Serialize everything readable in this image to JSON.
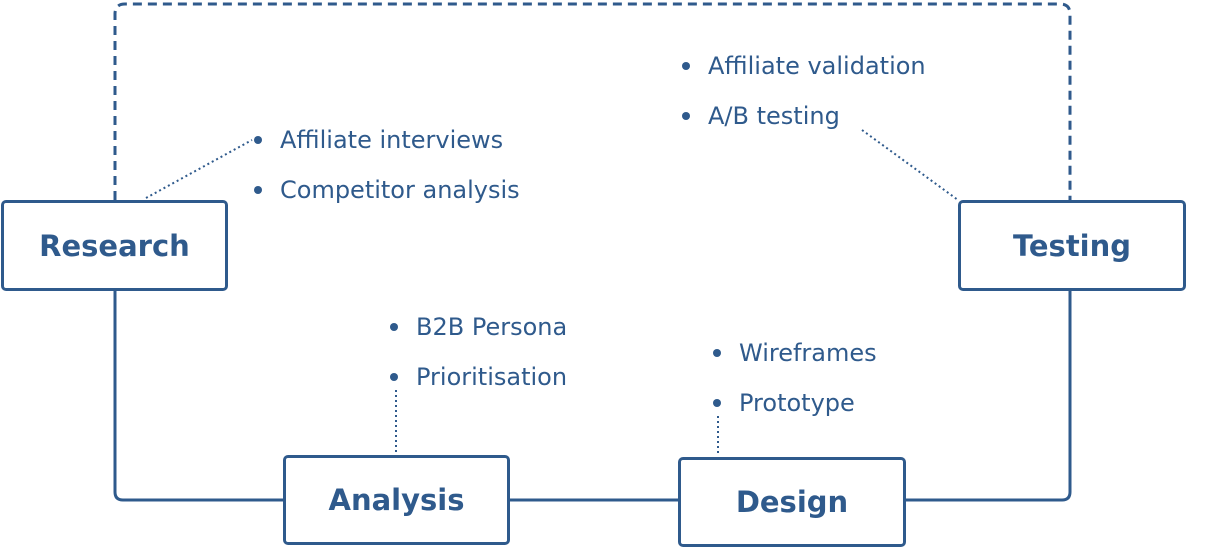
{
  "colors": {
    "primary": "#2f5a8c",
    "background": "#ffffff"
  },
  "stages": {
    "research": {
      "label": "Research",
      "bullets": [
        "Affiliate interviews",
        "Competitor analysis"
      ]
    },
    "analysis": {
      "label": "Analysis",
      "bullets": [
        "B2B Persona",
        "Prioritisation"
      ]
    },
    "design": {
      "label": "Design",
      "bullets": [
        "Wireframes",
        "Prototype"
      ]
    },
    "testing": {
      "label": "Testing",
      "bullets": [
        "Affiliate validation",
        "A/B testing"
      ]
    }
  }
}
